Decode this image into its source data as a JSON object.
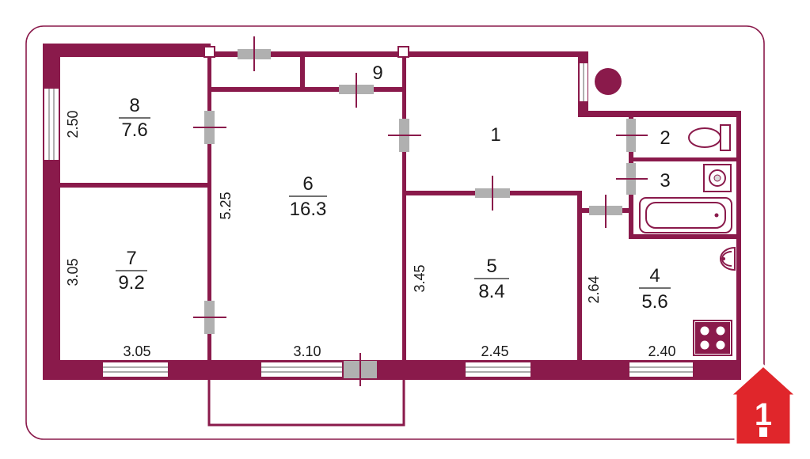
{
  "colors": {
    "wall": "#8a1a4b",
    "frame": "#8a1a4b",
    "door_marker": "#b0b0b0",
    "logo_red": "#e0262b",
    "fixture_stroke": "#8a1a4b"
  },
  "rooms": [
    {
      "number": "1",
      "area": ""
    },
    {
      "number": "2",
      "area": ""
    },
    {
      "number": "3",
      "area": ""
    },
    {
      "number": "4",
      "area": "5.6"
    },
    {
      "number": "5",
      "area": "8.4"
    },
    {
      "number": "6",
      "area": "16.3"
    },
    {
      "number": "7",
      "area": "9.2"
    },
    {
      "number": "8",
      "area": "7.6"
    },
    {
      "number": "9",
      "area": ""
    }
  ],
  "dimensions": {
    "room8_height": "2.50",
    "room7_height": "3.05",
    "room6_height": "5.25",
    "room5_height": "3.45",
    "room4_height": "2.64",
    "room7_width": "3.05",
    "room6_width": "3.10",
    "room5_width": "2.45",
    "room4_width": "2.40"
  },
  "logo": {
    "icon": "house-logo-icon",
    "digit": "1"
  }
}
